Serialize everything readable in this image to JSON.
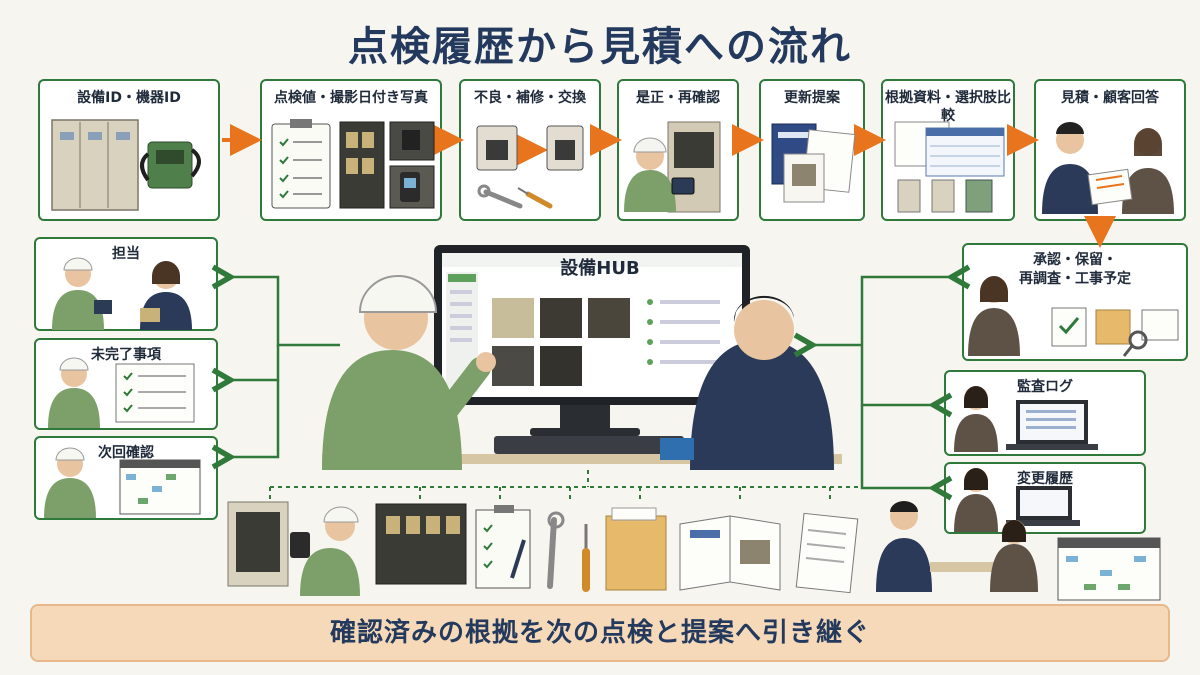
{
  "title": "点検履歴から見積への流れ",
  "flow": {
    "steps": [
      {
        "label": "設備ID・機器ID"
      },
      {
        "label": "点検値・撮影日付き写真"
      },
      {
        "label": "不良・補修・交換"
      },
      {
        "label": "是正・再確認"
      },
      {
        "label": "更新提案"
      },
      {
        "label": "根拠資料・選択肢比較"
      },
      {
        "label": "見積・顧客回答"
      }
    ]
  },
  "hub": {
    "title": "設備HUB"
  },
  "left_items": [
    {
      "label": "担当"
    },
    {
      "label": "未完了事項"
    },
    {
      "label": "次回確認"
    }
  ],
  "right_items": [
    {
      "label": "承認・保留・\n再調査・工事予定"
    },
    {
      "label": "監査ログ"
    },
    {
      "label": "変更履歴"
    }
  ],
  "colors": {
    "accent": "#e8741e",
    "box_border": "#2f7a3a",
    "uniform": "#7da06a",
    "suit": "#2c3a5a",
    "footer_bg": "#f6d9b8"
  },
  "footer": {
    "text": "確認済みの根拠を次の点検と提案へ引き継ぐ"
  }
}
